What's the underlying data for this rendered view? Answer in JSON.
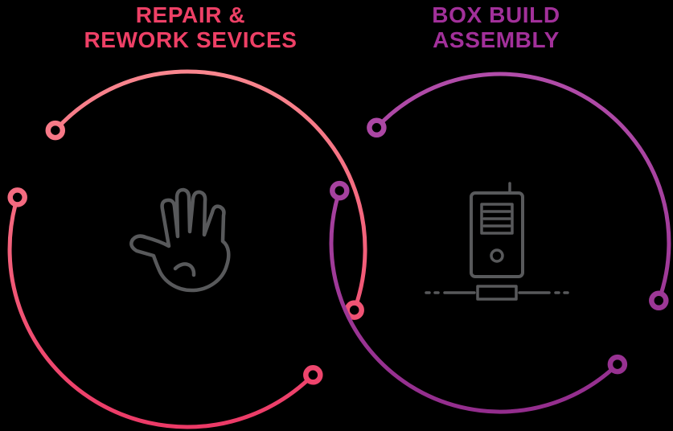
{
  "page": {
    "background": "#000000"
  },
  "left_circle": {
    "title_line1": "REPAIR &",
    "title_line2": "REWORK SEVICES",
    "title_color": "#ee4066",
    "ring_color_top": "#f9868e",
    "ring_color_bottom": "#ec3a67",
    "icon": "hand"
  },
  "right_circle": {
    "title_line1": "BOX BUILD",
    "title_line2": "ASSEMBLY",
    "title_color": "#a2309a",
    "ring_color_top": "#b14ca9",
    "ring_color_bottom": "#932d8d",
    "icon": "computer-tower-network"
  },
  "icon_color": "#58595b"
}
